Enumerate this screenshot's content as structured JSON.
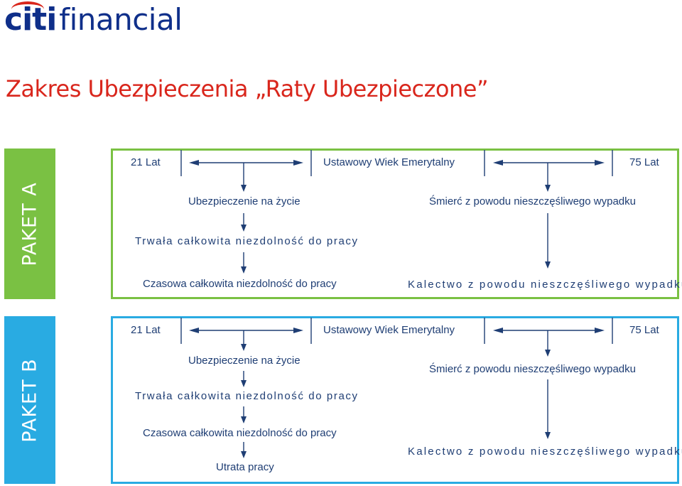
{
  "logo": {
    "citi": "citi",
    "financial": "financial"
  },
  "title": "Zakres Ubezpieczenia „Raty Ubezpieczone”",
  "colors": {
    "paket_a": "#7ac143",
    "paket_b": "#29abe2",
    "title": "#d9261c",
    "text": "#1f3e74",
    "logo": "#0f2f8a"
  },
  "paket_a": {
    "label": "PAKET A",
    "timeline": {
      "start": "21 Lat",
      "middle": "Ustawowy Wiek Emerytalny",
      "end": "75 Lat"
    },
    "left_items": [
      "Ubezpieczenie na życie",
      "Trwała całkowita niezdolność do pracy",
      "Czasowa całkowita niezdolność do pracy"
    ],
    "right_items": [
      "Śmierć z powodu nieszczęśliwego wypadku",
      "Kalectwo z powodu nieszczęśliwego wypadku"
    ]
  },
  "paket_b": {
    "label": "PAKET B",
    "timeline": {
      "start": "21 Lat",
      "middle": "Ustawowy Wiek Emerytalny",
      "end": "75 Lat"
    },
    "left_items": [
      "Ubezpieczenie na życie",
      "Trwała całkowita niezdolność do pracy",
      "Czasowa całkowita niezdolność do pracy",
      "Utrata pracy"
    ],
    "right_items": [
      "Śmierć z powodu nieszczęśliwego wypadku",
      "Kalectwo z powodu nieszczęśliwego wypadku"
    ]
  }
}
